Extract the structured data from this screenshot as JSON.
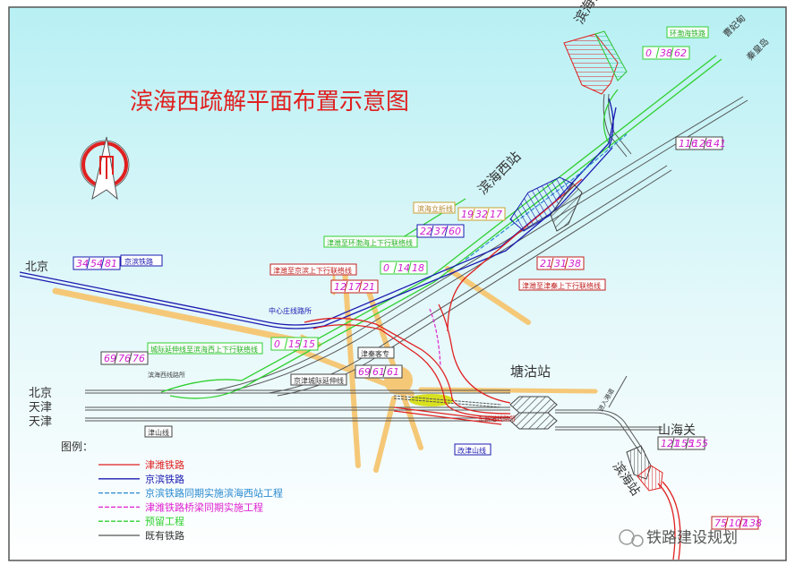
{
  "title": "滨海西疏解平面布置示意图",
  "colors": {
    "jinwei": "#e02020",
    "jingbin": "#1a1ab0",
    "jingbin_sync": "#2a8ad0",
    "bridge": "#e020d0",
    "reserved": "#30d030",
    "existing": "#444444",
    "road": "#f5c878"
  },
  "places": {
    "beijing_top": "北京",
    "beijing": "北京",
    "tianjin1": "天津",
    "tianjin2": "天津",
    "caofeidian": "曹妃甸",
    "qinhuangdao": "秦皇岛",
    "shanhaiguan": "山海关"
  },
  "stations": {
    "binhai_west": "滨海西站",
    "binhai_west_depot": "滨海西动车所",
    "tanggu": "塘沽站",
    "binhai": "滨海站"
  },
  "line_labels": {
    "jingbin": "京滨铁路",
    "zhongxinzhuang": "中心庄线路所",
    "jinwei_jingbin": "津潍至京滨上下行联络线",
    "jinwei_huanbohai": "津潍至环渤海上下行联络线",
    "binhai_lizhe": "滨海立折线",
    "jinwei_jinqin": "津潍至津秦上下行联络线",
    "huanbohai": "环渤海铁路",
    "intercity_link": "城际延伸线至滨海西上下行联络线",
    "binhai_west_post": "滨海西线路所",
    "jinshan": "津山线",
    "jingjin_ext": "京津城际延伸线",
    "jinqin": "津秦客专",
    "dongxin_post": "东新港线路所",
    "gai_jinshan": "改津山线",
    "port_line": "进入港道"
  },
  "mileage_boxes": {
    "jingbin": [
      "34",
      "54",
      "81"
    ],
    "jinwei_jingbin": [
      "12",
      "17",
      "21"
    ],
    "link_0_14_18": [
      "0",
      "14",
      "18"
    ],
    "jinwei_huanbohai": [
      "22",
      "37",
      "60"
    ],
    "lizhe": [
      "19",
      "32",
      "17"
    ],
    "jinqin_link": [
      "21",
      "31",
      "38"
    ],
    "huanbohai": [
      "0",
      "38",
      "62"
    ],
    "jinqin_north": [
      "116",
      "126",
      "141"
    ],
    "intercity_link": [
      "0",
      "15",
      "15"
    ],
    "beijing_main": [
      "69",
      "76",
      "76"
    ],
    "jingjin_ext": [
      "69",
      "61",
      "61"
    ],
    "shanhaiguan": [
      "121",
      "155",
      "155"
    ],
    "binhai_south": [
      "75",
      "107",
      "138"
    ]
  },
  "legend": {
    "title": "图例：",
    "items": [
      {
        "label": "津潍铁路",
        "color": "#e02020",
        "dash": false
      },
      {
        "label": "京滨铁路",
        "color": "#1a1ab0",
        "dash": false
      },
      {
        "label": "京滨铁路同期实施滨海西站工程",
        "color": "#2a8ad0",
        "dash": true
      },
      {
        "label": "津潍铁路桥梁同期实施工程",
        "color": "#e020d0",
        "dash": true
      },
      {
        "label": "预留工程",
        "color": "#30d030",
        "dash": true
      },
      {
        "label": "既有铁路",
        "color": "#555555",
        "dash": false
      }
    ]
  },
  "watermark": "铁路建设规划"
}
